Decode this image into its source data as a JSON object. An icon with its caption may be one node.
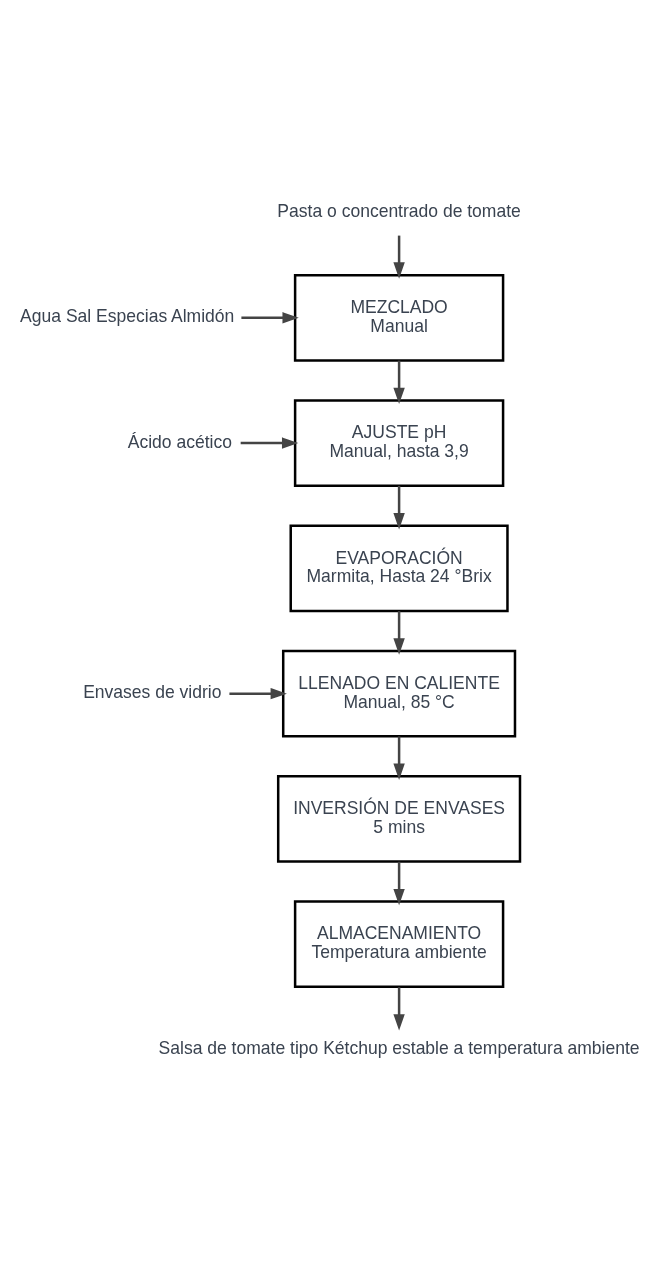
{
  "diagram": {
    "nodes": [
      {
        "text": [
          "Pasta o concentrado de tomate"
        ]
      },
      {
        "text": [
          "Agua Sal Especias Almidón"
        ]
      },
      {
        "text": [
          "MEZCLADO",
          "Manual"
        ]
      },
      {
        "text": [
          "Ácido acético"
        ]
      },
      {
        "text": [
          "AJUSTE pH",
          "Manual, hasta 3,9"
        ]
      },
      {
        "text": [
          "EVAPORACIÓN",
          "Marmita, Hasta 24 °Brix"
        ]
      },
      {
        "text": [
          "Envases de vidrio"
        ]
      },
      {
        "text": [
          "LLENADO EN CALIENTE",
          "Manual, 85 °C"
        ]
      },
      {
        "text": [
          "INVERSIÓN DE ENVASES",
          "5 mins"
        ]
      },
      {
        "text": [
          "ALMACENAMIENTO",
          "Temperatura ambiente"
        ]
      },
      {
        "text": [
          "Salsa de tomate tipo Kétchup estable a temperatura ambiente"
        ]
      }
    ],
    "edges": [
      {
        "from": 0,
        "to": 2,
        "arrow": "to"
      },
      {
        "from": 1,
        "to": 2,
        "arrow": "to"
      },
      {
        "from": 2,
        "to": 4,
        "arrow": "to"
      },
      {
        "from": 3,
        "to": 4,
        "arrow": "to"
      },
      {
        "from": 4,
        "to": 5,
        "arrow": "to"
      },
      {
        "from": 5,
        "to": 7,
        "arrow": "to"
      },
      {
        "from": 6,
        "to": 7,
        "arrow": "to"
      },
      {
        "from": 7,
        "to": 8,
        "arrow": "to"
      },
      {
        "from": 8,
        "to": 9,
        "arrow": "to"
      },
      {
        "from": 9,
        "to": 10,
        "arrow": "to"
      }
    ]
  }
}
